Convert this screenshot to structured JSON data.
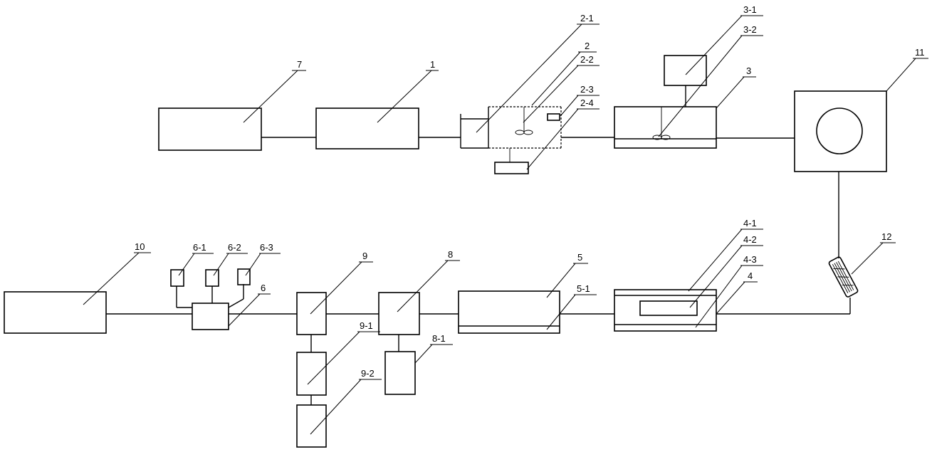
{
  "labels": {
    "l7": "7",
    "l1": "1",
    "l2_1": "2-1",
    "l2": "2",
    "l2_2": "2-2",
    "l2_3": "2-3",
    "l2_4": "2-4",
    "l3_1": "3-1",
    "l3_2": "3-2",
    "l3": "3",
    "l11": "11",
    "l12": "12",
    "l4_1": "4-1",
    "l4_2": "4-2",
    "l4_3": "4-3",
    "l4": "4",
    "l5": "5",
    "l5_1": "5-1",
    "l8": "8",
    "l8_1": "8-1",
    "l9": "9",
    "l9_1": "9-1",
    "l9_2": "9-2",
    "l10": "10",
    "l6": "6",
    "l6_1": "6-1",
    "l6_2": "6-2",
    "l6_3": "6-3"
  }
}
